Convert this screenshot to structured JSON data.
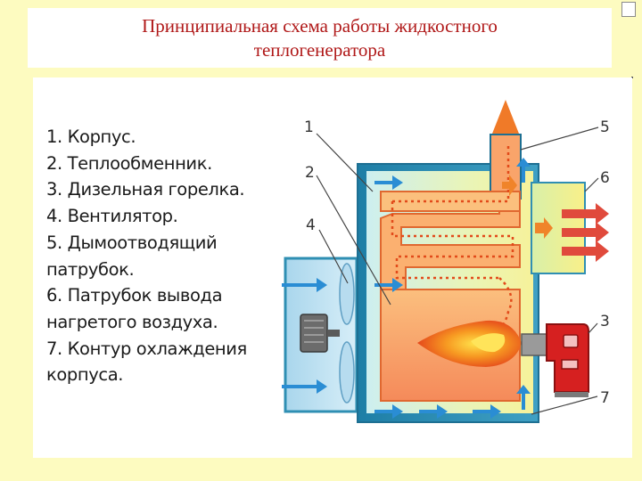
{
  "title": {
    "line1": "Принципиальная схема работы жидкостного",
    "line2": "теплогенератора"
  },
  "legend": [
    "1. Корпус.",
    "2. Теплообменник.",
    "3. Дизельная горелка.",
    "4. Вентилятор.",
    "5. Дымоотводящий",
    "патрубок.",
    "6. Патрубок вывода",
    "нагретого воздуха.",
    "7. Контур охлаждения",
    "корпуса."
  ],
  "callouts": [
    "1",
    "2",
    "3",
    "4",
    "5",
    "6",
    "7"
  ],
  "colors": {
    "title_text": "#b01818",
    "slide_background": "#fdfbc0",
    "housing": "#2f8fb3",
    "combustion_chamber": "#f9a46a",
    "flame": "#e8461c",
    "burner": "#d62020",
    "airflow_arrow": "#2a8dd4",
    "hot_air_arrow": "#e04a3c"
  },
  "icons": [
    "window-corner-icon",
    "fan-motor-icon",
    "flame-icon",
    "burner-icon",
    "smoke-plume-icon"
  ]
}
